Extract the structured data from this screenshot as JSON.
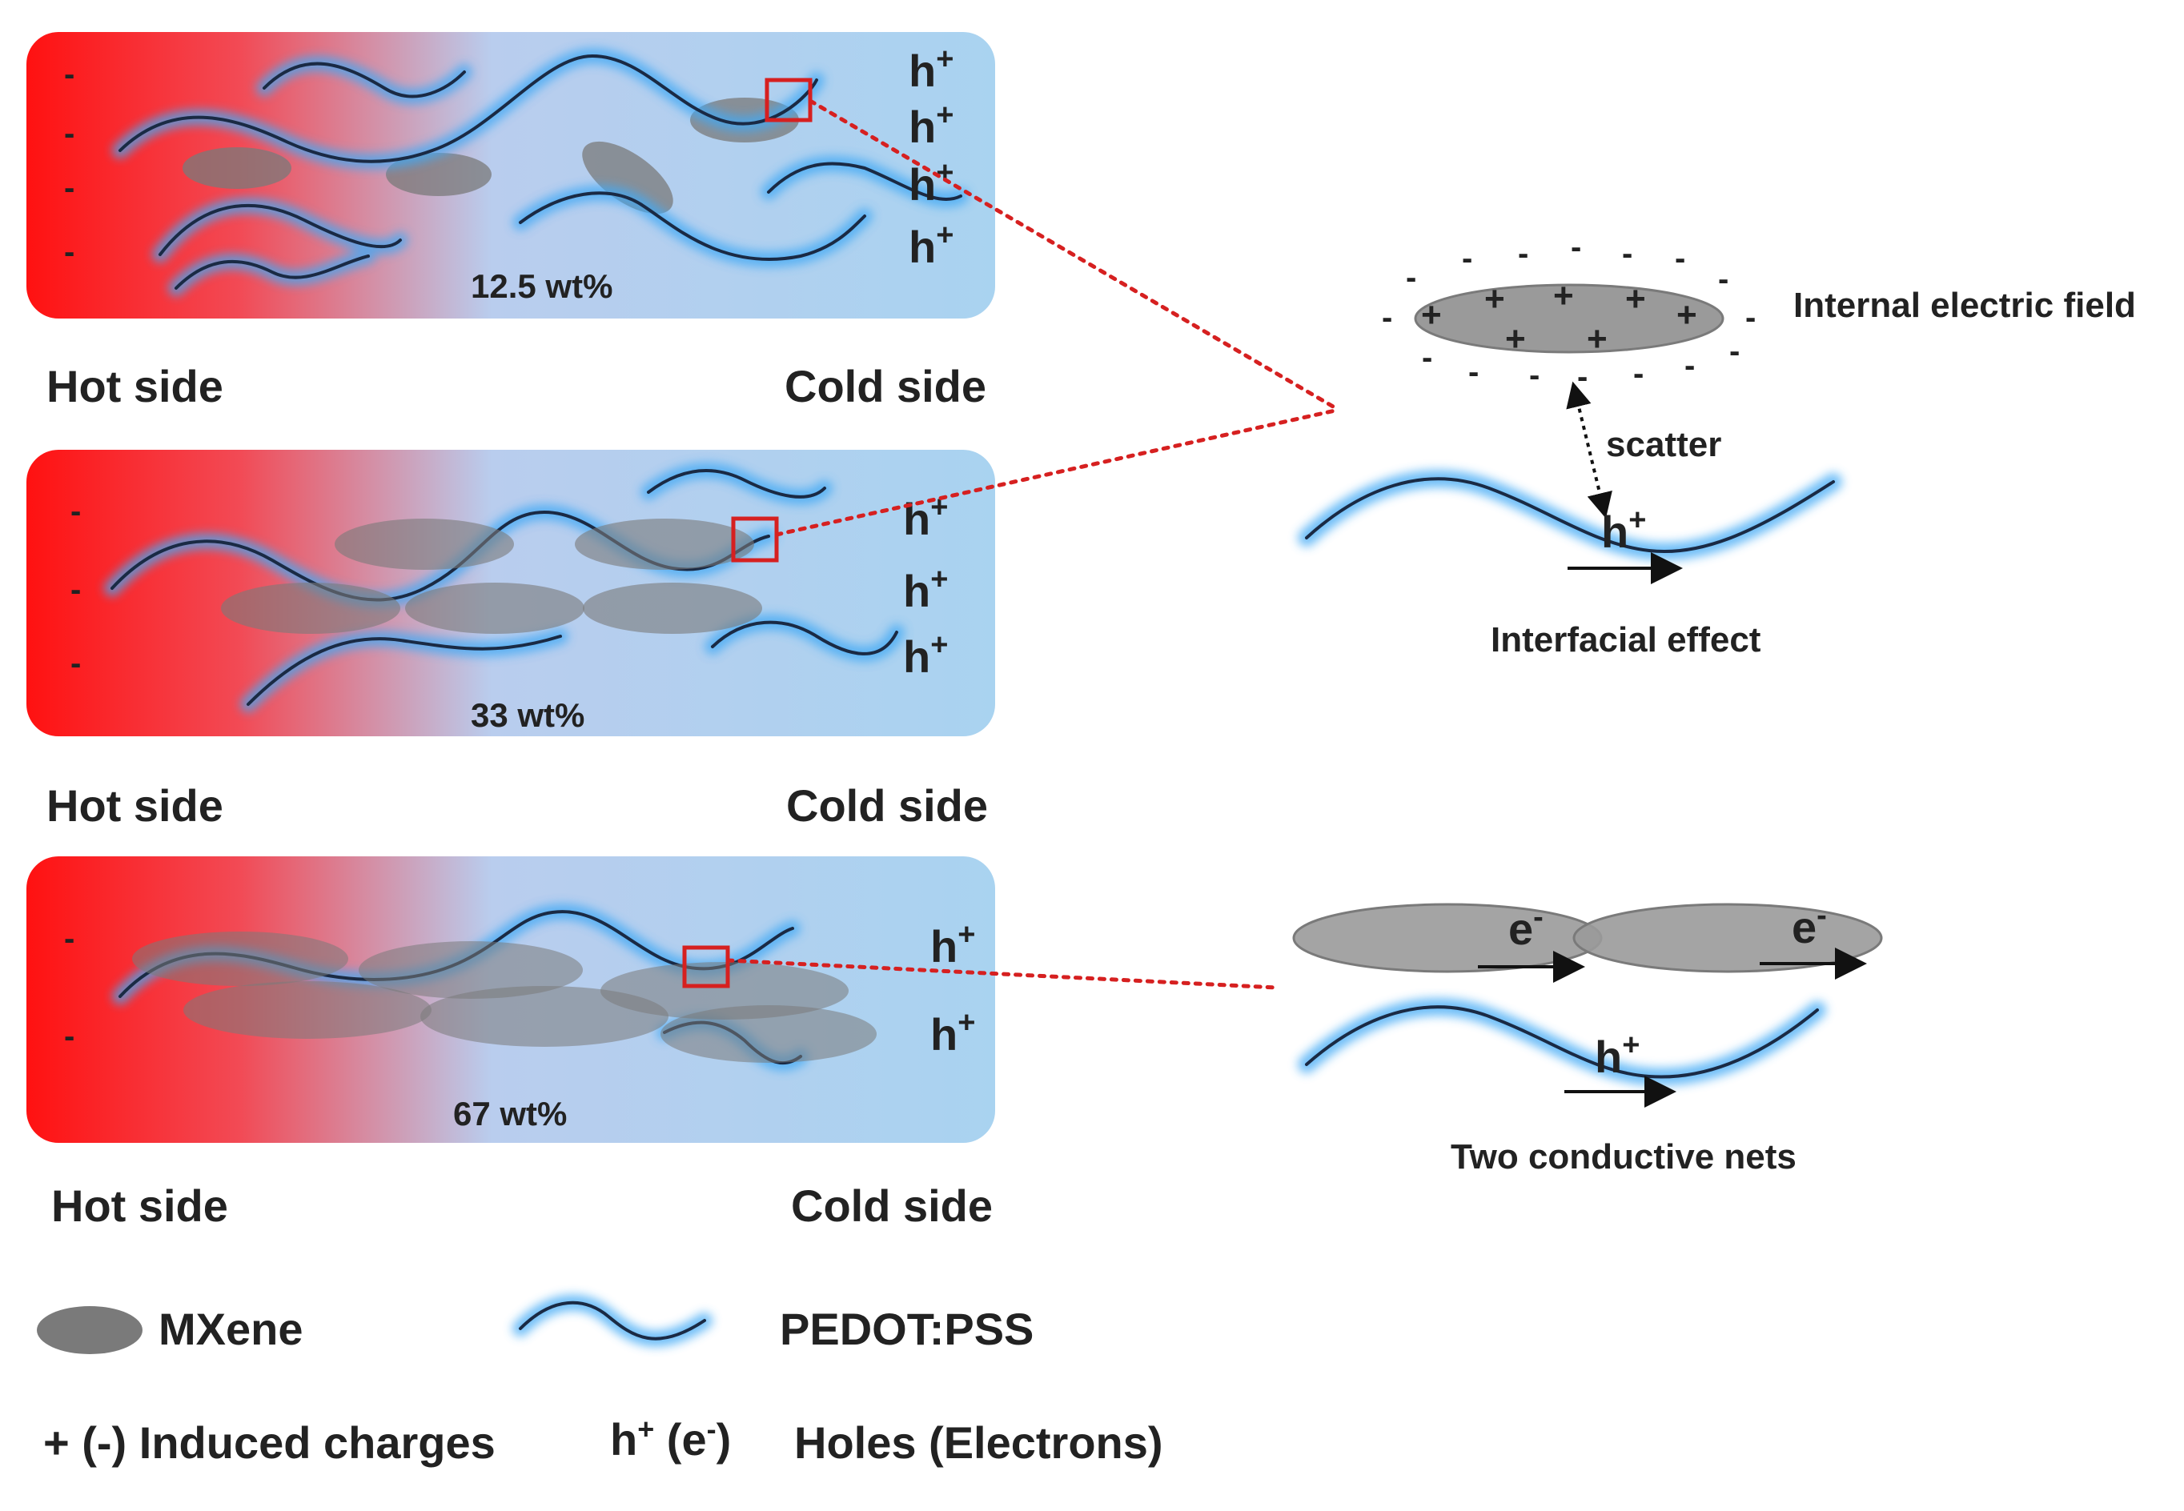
{
  "panels": [
    {
      "concentration": "12.5 wt%",
      "hot_label": "Hot side",
      "cold_label": "Cold side",
      "hole_label": "h",
      "hole_sup": "+"
    },
    {
      "concentration": "33 wt%",
      "hot_label": "Hot side",
      "cold_label": "Cold side",
      "hole_label": "h",
      "hole_sup": "+"
    },
    {
      "concentration": "67 wt%",
      "hot_label": "Hot side",
      "cold_label": "Cold side",
      "hole_label": "h",
      "hole_sup": "+"
    }
  ],
  "hot_side_charge": "-",
  "interfacial": {
    "field_label": "Internal electric field",
    "scatter_label": "scatter",
    "caption": "Interfacial effect",
    "plus_sign": "+",
    "minus_sign": "-",
    "hole_label": "h",
    "hole_sup": "+"
  },
  "conductive": {
    "caption": "Two conductive nets",
    "electron_label": "e",
    "electron_sup": "-",
    "hole_label": "h",
    "hole_sup": "+"
  },
  "legend": {
    "mxene": "MXene",
    "pedot": "PEDOT:PSS",
    "induced": "+ (-)  Induced charges",
    "carrier_symbol": "h",
    "carrier_sup": "+",
    "carrier_paren": " (e",
    "carrier_paren_sup": "-",
    "carrier_close": ")",
    "holes": "Holes (Electrons)"
  },
  "colors": {
    "hot": "#ff1a1a",
    "cold": "#a9d3f0",
    "mxene": "#7a7a7a",
    "pedot_core": "#1a2a44",
    "pedot_glow": "#3fa9f5",
    "highlight": "#d62020"
  }
}
